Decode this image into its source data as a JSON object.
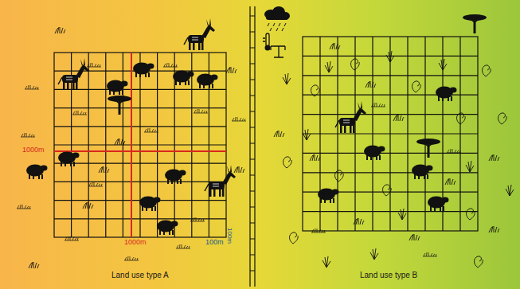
{
  "diagram": {
    "labels": [
      "1000m",
      "1000m",
      "100m",
      "100m",
      "Land use type A",
      "Land use type B"
    ]
  }
}
